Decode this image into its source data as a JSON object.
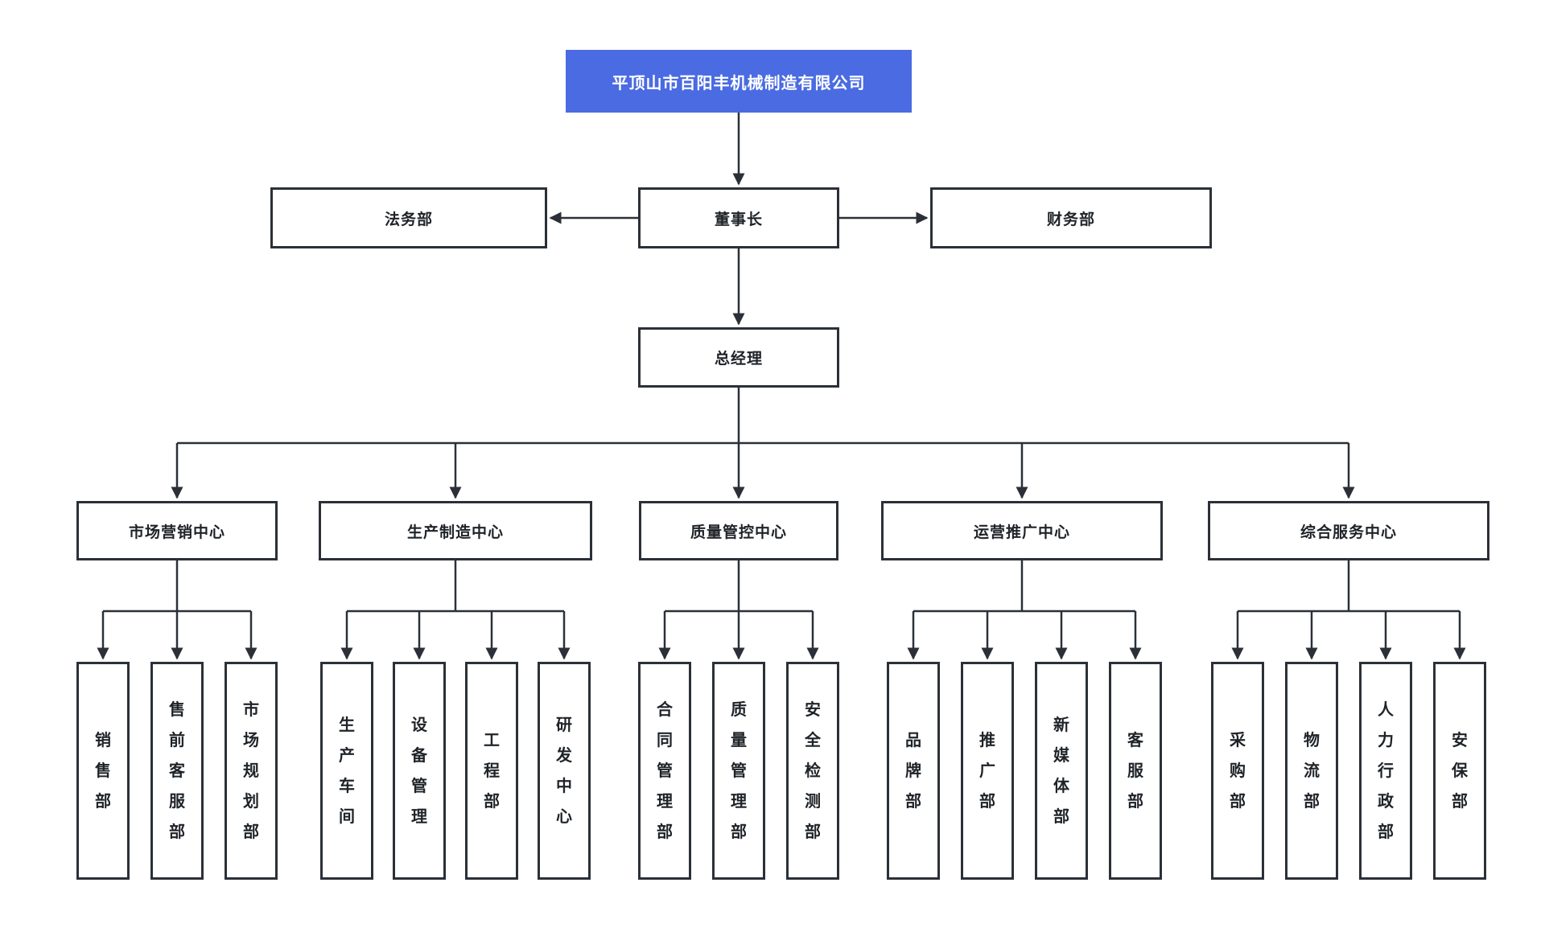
{
  "diagram": {
    "title": "company-org-chart",
    "root": {
      "label": "平顶山市百阳丰机械制造有限公司"
    },
    "level2": {
      "legal": {
        "label": "法务部"
      },
      "chairman": {
        "label": "董事长"
      },
      "finance": {
        "label": "财务部"
      }
    },
    "level3": {
      "general_manager": {
        "label": "总经理"
      }
    },
    "centers": [
      {
        "label": "市场营销中心",
        "departments": [
          "销售部",
          "售前客服部",
          "市场规划部"
        ]
      },
      {
        "label": "生产制造中心",
        "departments": [
          "生产车间",
          "设备管理",
          "工程部",
          "研发中心"
        ]
      },
      {
        "label": "质量管控中心",
        "departments": [
          "合同管理部",
          "质量管理部",
          "安全检测部"
        ]
      },
      {
        "label": "运营推广中心",
        "departments": [
          "品牌部",
          "推广部",
          "新媒体部",
          "客服部"
        ]
      },
      {
        "label": "综合服务中心",
        "departments": [
          "采购部",
          "物流部",
          "人力行政部",
          "安保部"
        ]
      }
    ],
    "colors": {
      "root_bg": "#4A6BE1",
      "root_text": "#FFFFFF",
      "box_bg": "#FFFFFF",
      "box_border": "#2B3038",
      "line": "#2B3038",
      "text": "#1F2328",
      "background": "#FFFFFF"
    }
  }
}
